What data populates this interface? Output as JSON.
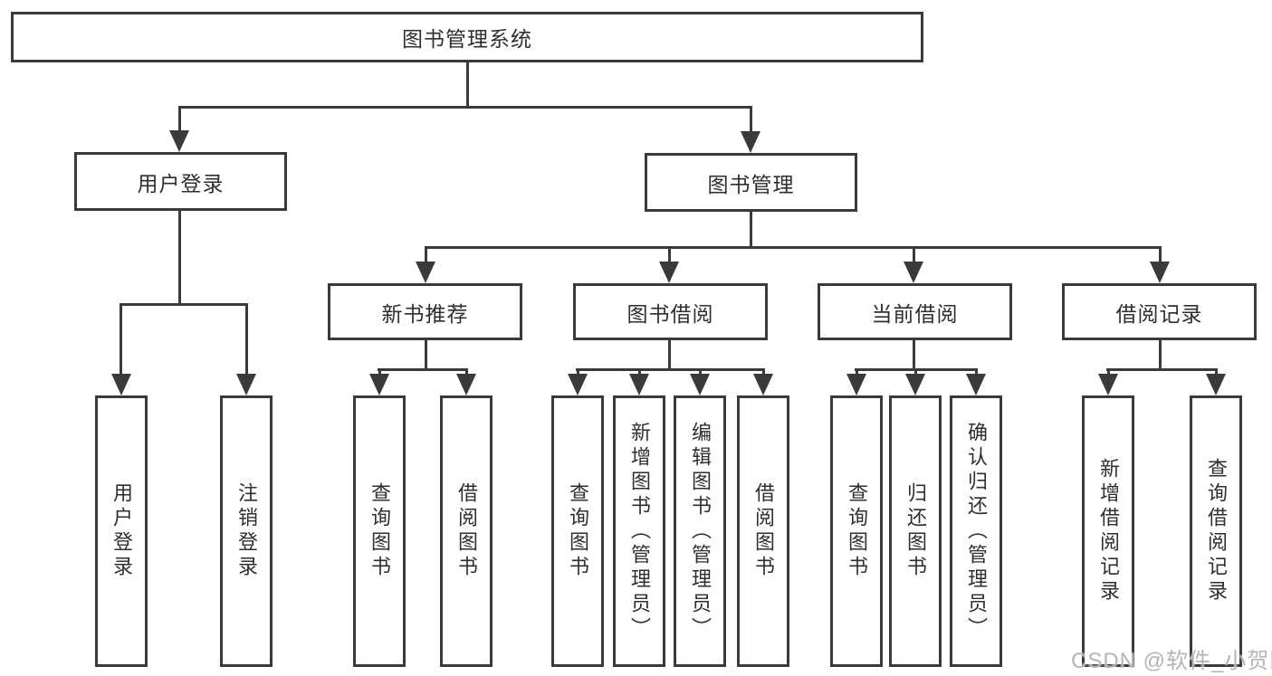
{
  "diagram": {
    "title": "图书管理系统",
    "level2": {
      "user_login": "用户登录",
      "book_management": "图书管理"
    },
    "level3": {
      "new_book_recommend": "新书推荐",
      "book_borrow": "图书借阅",
      "current_borrow": "当前借阅",
      "borrow_records": "借阅记录"
    },
    "groups": {
      "user": [
        "用户登录",
        "注销登录"
      ],
      "new_book": [
        "查询图书",
        "借阅图书"
      ],
      "borrow": [
        "查询图书",
        "新增图书（管理员）",
        "编辑图书（管理员）",
        "借阅图书"
      ],
      "current": [
        "查询图书",
        "归还图书",
        "确认归还（管理员）"
      ],
      "records": [
        "新增借阅记录",
        "查询借阅记录"
      ]
    },
    "watermark": "CSDN @软件_小贺同学",
    "colors": {
      "line": "#3a3a3a",
      "text": "#2f2f2f",
      "background": "#ffffff",
      "watermark": "#b5b5b5"
    }
  }
}
